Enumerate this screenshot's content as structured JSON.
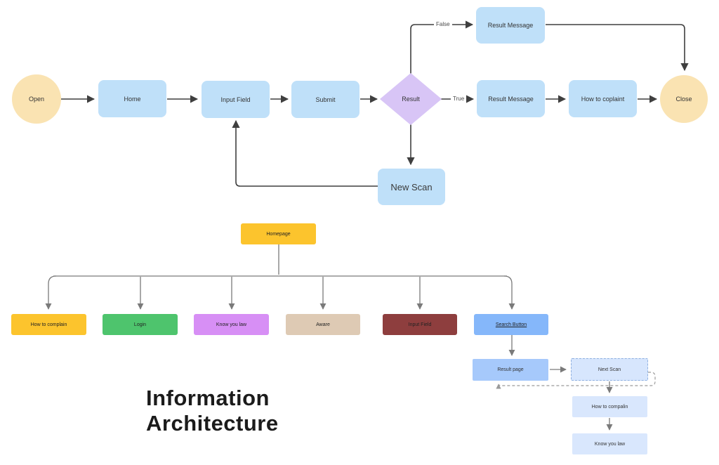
{
  "title": "Information Architecture",
  "flowchart": {
    "nodes": {
      "open": "Open",
      "home": "Home",
      "input_field": "Input Field",
      "submit": "Submit",
      "result": "Result",
      "result_message_top": "Result Message",
      "result_message": "Result Message",
      "how_to_coplaint": "How to coplaint",
      "close": "Close",
      "new_scan": "New Scan"
    },
    "labels": {
      "true": "True",
      "false": "False"
    }
  },
  "ia": {
    "root": {
      "label": "Homepage",
      "color": "#FCC42D"
    },
    "level1": [
      {
        "label": "How to complain",
        "color": "#FCC42D"
      },
      {
        "label": "Login",
        "color": "#4EC46D"
      },
      {
        "label": "Know you law",
        "color": "#D78FF5"
      },
      {
        "label": "Aware",
        "color": "#DECAB4"
      },
      {
        "label": "Input Field",
        "color": "#8E3E3E"
      },
      {
        "label": "Search Button",
        "color": "#85B7FA"
      }
    ],
    "subflow": {
      "result_page": "Result page",
      "next_scan": "Next Scan",
      "how_to_compalin": "How to compalin",
      "know_you_law": "Know you law"
    }
  },
  "colors": {
    "flow_box": "#BFE0F9",
    "terminal": "#FAE3B2",
    "decision": "#D8C5F6",
    "result_page": "#A6C9FB",
    "next_scan_fill": "#D7E6FD",
    "sub_box": "#D9E7FD",
    "arrow": "#3f3f3f",
    "tree_line": "#7a7a7a",
    "dashed_line": "#9a9a9a"
  }
}
